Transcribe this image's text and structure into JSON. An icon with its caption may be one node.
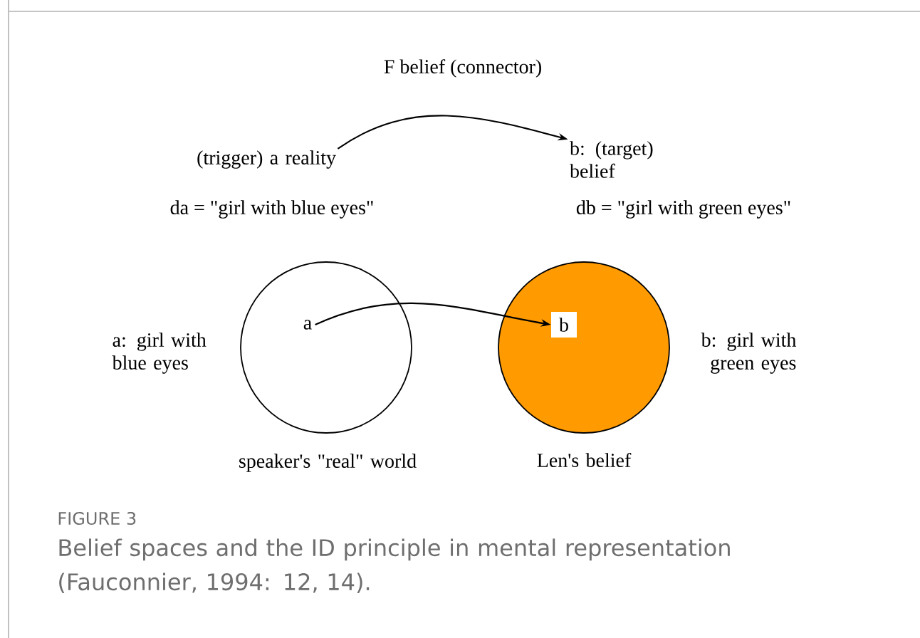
{
  "diagram": {
    "caption": "Belief spaces and the ID principle in mental representation (Fauconnier, 1994: 12, 14).",
    "nodes": [
      {
        "text": [
          "(trigger)  a reality"
        ]
      },
      {
        "text": [
          "b:  (target) belief"
        ]
      },
      {
        "text": [],
        "shape": "circle",
        "beside": [
          "a: girl with blue eyes",
          "speaker's \"real\" world"
        ]
      },
      {
        "text": [
          "a"
        ],
        "in": 2
      },
      {
        "text": [],
        "shape": "circle",
        "beside": [
          "b: girl with green eyes",
          "Len's belief"
        ]
      },
      {
        "text": [
          "b"
        ],
        "in": 4
      }
    ],
    "edges": [
      {
        "from": 0,
        "to": 1,
        "arrow": "to",
        "label": "F belief (connector)"
      },
      {
        "from": 3,
        "to": 5,
        "arrow": "to"
      }
    ],
    "labels": [
      "da = \"girl with blue eyes\"",
      "db = \"girl with green eyes\"",
      "FIGURE 3"
    ]
  }
}
